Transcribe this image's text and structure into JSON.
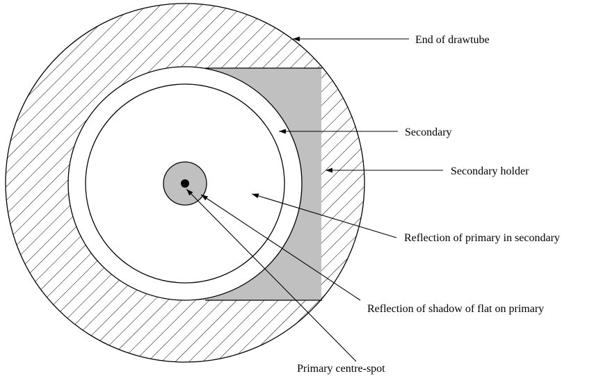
{
  "labels": {
    "end_of_drawtube": "End of drawtube",
    "secondary": "Secondary",
    "secondary_holder": "Secondary holder",
    "reflection_primary": "Reflection of primary in secondary",
    "reflection_shadow": "Reflection of shadow of flat on primary",
    "primary_centre_spot": "Primary centre-spot"
  },
  "colors": {
    "holder_fill": "#c0c0c0",
    "shadow_fill": "#c0c0c0",
    "line": "#000000",
    "background": "#ffffff"
  }
}
